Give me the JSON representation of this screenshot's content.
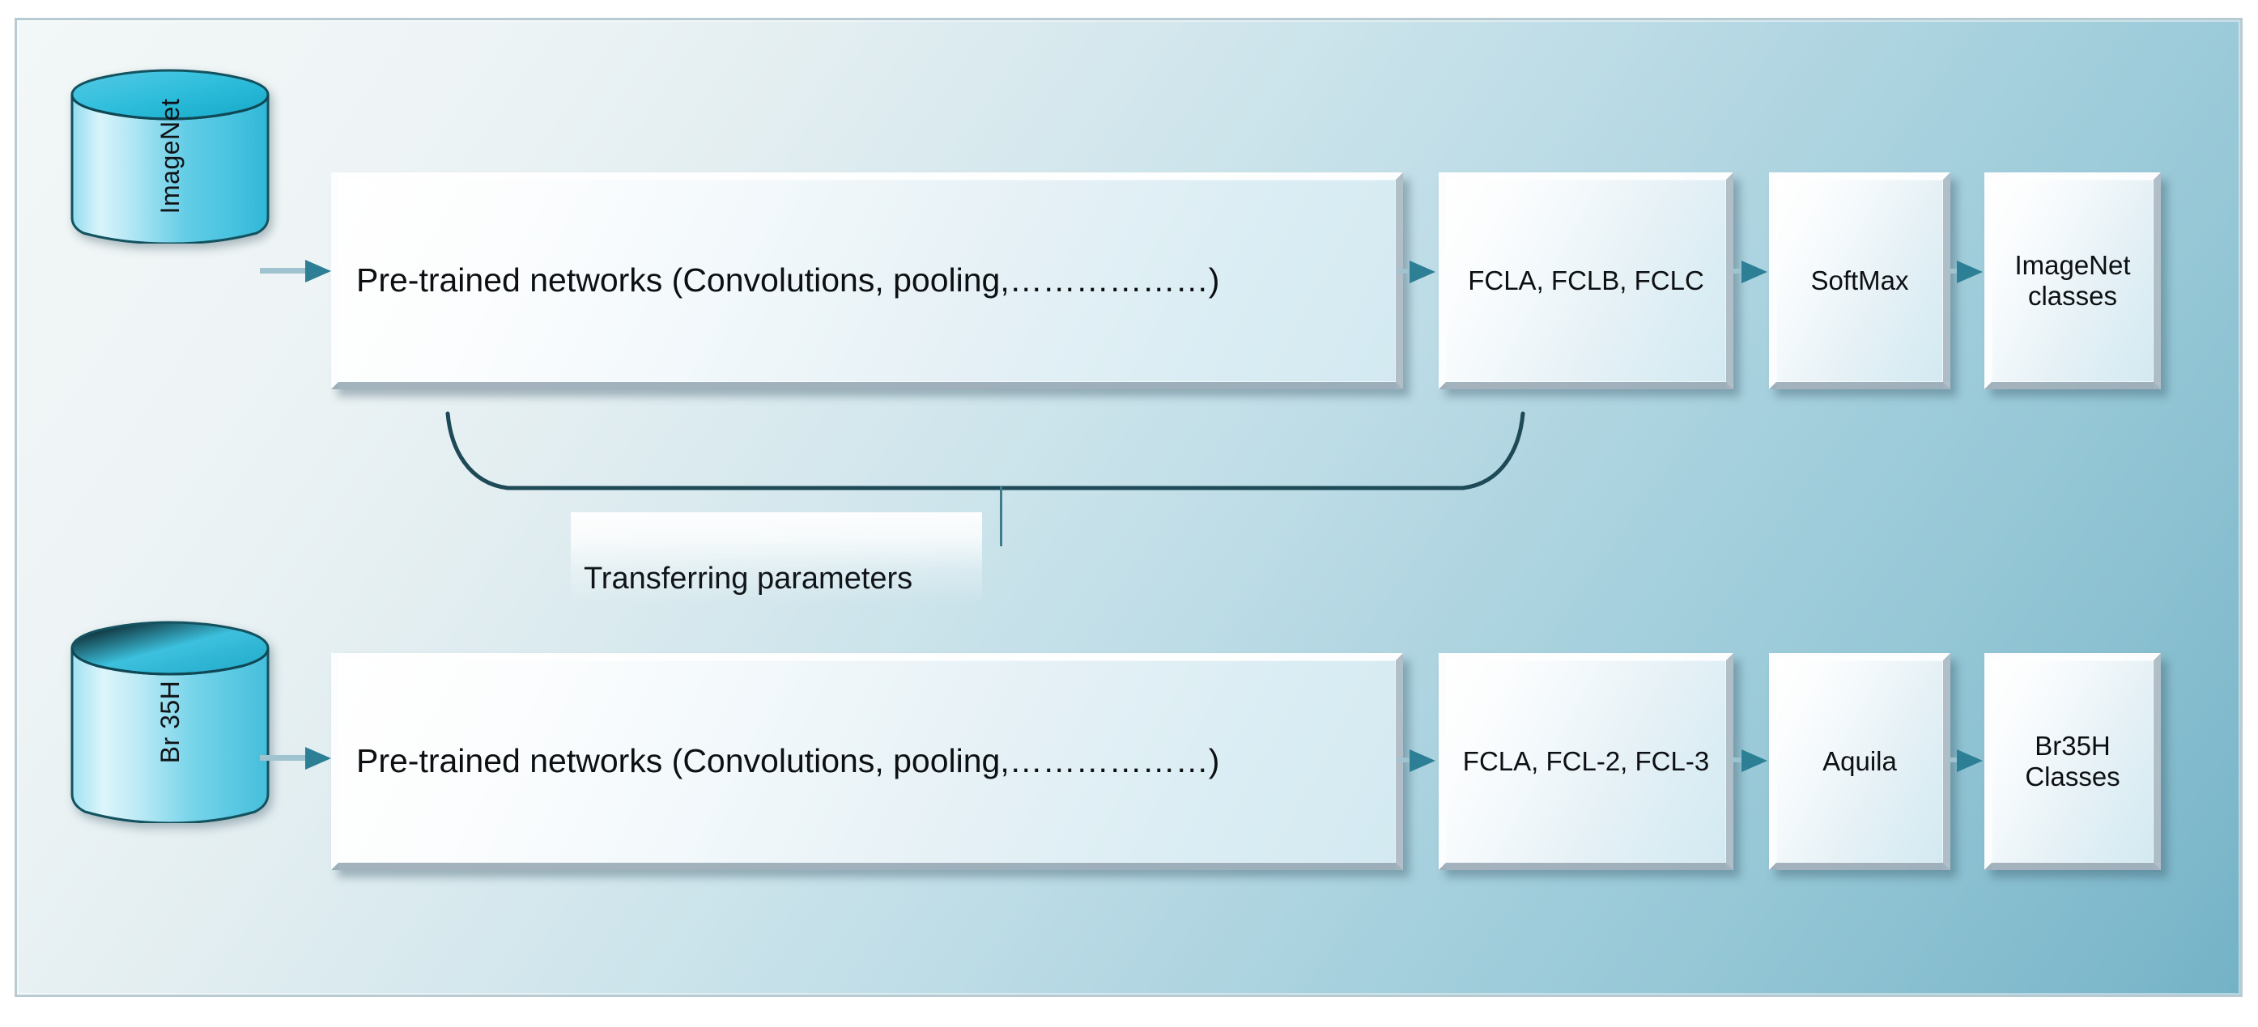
{
  "figure": {
    "type": "transfer-learning-block-diagram",
    "rows": 2
  },
  "colors": {
    "background_light": "#f2f7f7",
    "background_dark": "#74b2c6",
    "frame_border": "#b9cbd2",
    "cylinder_top": "#2ec1dd",
    "cylinder_body_light": "#d9f3fa",
    "cylinder_edge": "#14535f",
    "arrow": "#2c7f95",
    "box_face": "#eaf4f9",
    "text": "#0d1013"
  },
  "top_row": {
    "database": {
      "label": "ImageNet",
      "icon": "database-cylinder-icon"
    },
    "stages": [
      {
        "id": "pretrained",
        "label": "Pre-trained networks (Convolutions, pooling,………………)"
      },
      {
        "id": "fc-layers",
        "label": "FCLA, FCLB, FCLC"
      },
      {
        "id": "classifier",
        "label": "SoftMax"
      },
      {
        "id": "output",
        "label": "ImageNet\nclasses"
      }
    ]
  },
  "bottom_row": {
    "database": {
      "label": "Br 35H",
      "icon": "database-cylinder-icon"
    },
    "stages": [
      {
        "id": "pretrained",
        "label": "Pre-trained networks  (Convolutions, pooling,………………)"
      },
      {
        "id": "fc-layers",
        "label": "FCLA, FCL-2, FCL-3"
      },
      {
        "id": "classifier",
        "label": "Aquila"
      },
      {
        "id": "output",
        "label": "Br35H\nClasses"
      }
    ]
  },
  "transfer": {
    "label": "Transferring parameters",
    "connector": "brace-with-drop-line"
  }
}
